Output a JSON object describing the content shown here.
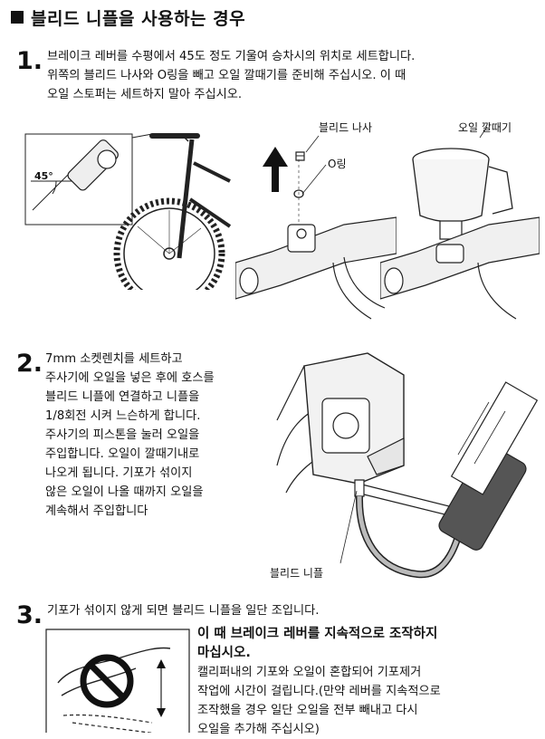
{
  "title": "블리드 니플을 사용하는 경우",
  "step1": {
    "number": "1.",
    "lines": [
      "브레이크 레버를 수평에서 45도 정도 기울여 승차시의 위치로 세트합니다.",
      "위쪽의 블리드 나사와 O링을 빼고 오일 깔때기를 준비해 주십시오. 이 때",
      "오일 스토퍼는 세트하지 말아 주십시오."
    ],
    "angle_label": "45°",
    "callout_bleed_screw": "블리드 나사",
    "callout_oring": "O링",
    "callout_funnel": "오일 깔때기"
  },
  "step2": {
    "number": "2.",
    "lines": [
      "7mm 소켓렌치를 세트하고",
      "주사기에 오일을 넣은 후에 호스를",
      "블리드 니플에 연결하고 니플을",
      "1/8회전 시켜 느슨하게 합니다.",
      "주사기의 피스톤을 눌러 오일을",
      "주입합니다. 오일이 깔때기내로",
      "나오게 됩니다. 기포가 섞이지",
      "않은 오일이 나올 때까지 오일을",
      "계속해서 주입합니다"
    ],
    "callout_bleed_nipple": "블리드 니플"
  },
  "step3": {
    "number": "3.",
    "line": "기포가 섞이지 않게 되면 블리드 니플을 일단 조입니다.",
    "warning_lines": [
      "이 때 브레이크 레버를 지속적으로 조작하지",
      "마십시오."
    ],
    "detail_lines": [
      "캘리퍼내의 기포와 오일이 혼합되어 기포제거",
      "작업에 시간이 걸립니다.(만약 레버를 지속적으로",
      "조작했을 경우 일단 오일을 전부 빼내고 다시",
      "오일을 추가해 주십시오)"
    ]
  }
}
